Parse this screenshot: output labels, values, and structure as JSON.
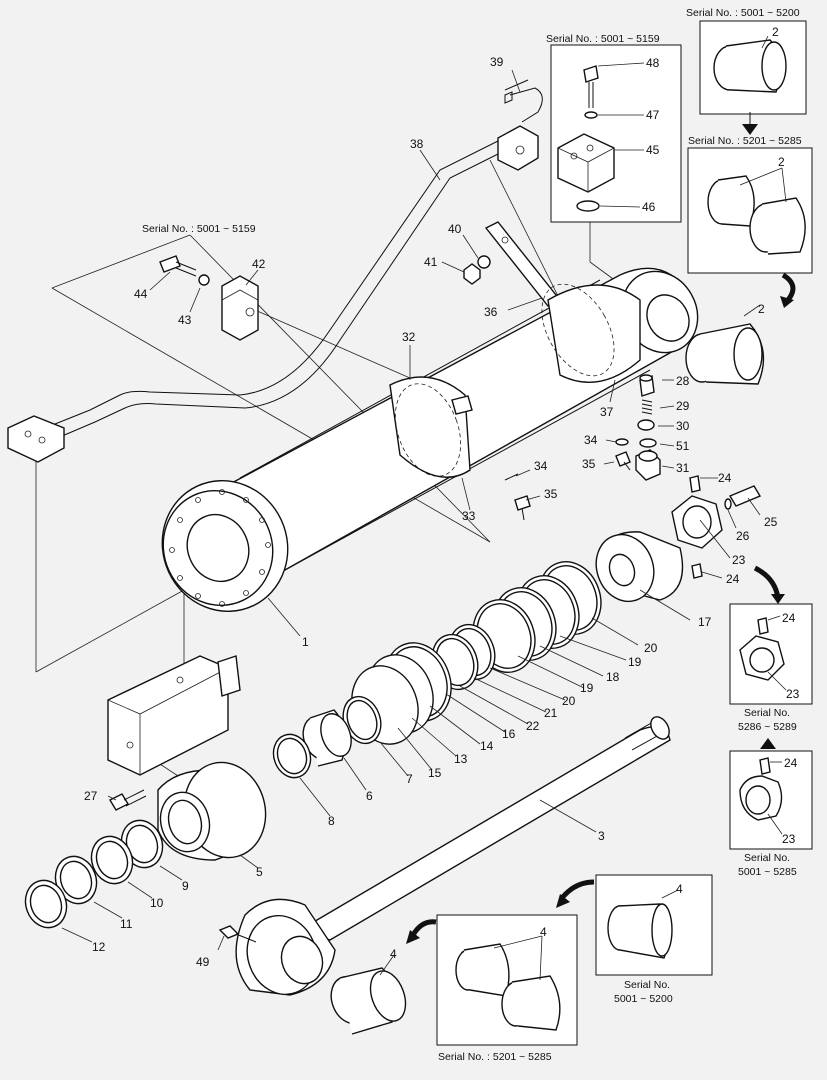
{
  "captions": {
    "sn_5001_5159_top": "Serial No. : 5001 ~ 5159",
    "sn_5001_5159_mid": "Serial No. : 5001 ~ 5159",
    "sn_5001_5200_top": "Serial No. : 5001 ~ 5200",
    "sn_5201_5285_top": "Serial No. : 5201 ~ 5285",
    "sn_5286_5289_a": "Serial No.",
    "sn_5286_5289_b": "5286 ~ 5289",
    "sn_5001_5285_a": "Serial No.",
    "sn_5001_5285_b": "5001 ~ 5285",
    "sn_5001_5200_bot_a": "Serial No.",
    "sn_5001_5200_bot_b": "5001 ~ 5200",
    "sn_5201_5285_bot": "Serial No. : 5201 ~ 5285"
  },
  "labels": {
    "p1": "1",
    "p2a": "2",
    "p2b": "2",
    "p2c": "2",
    "p3": "3",
    "p4a": "4",
    "p4b": "4",
    "p4c": "4",
    "p5": "5",
    "p6": "6",
    "p7": "7",
    "p8": "8",
    "p9": "9",
    "p10": "10",
    "p11": "11",
    "p12": "12",
    "p13": "13",
    "p14": "14",
    "p15": "15",
    "p16": "16",
    "p17": "17",
    "p18": "18",
    "p19a": "19",
    "p19b": "19",
    "p20a": "20",
    "p20b": "20",
    "p21": "21",
    "p22": "22",
    "p23a": "23",
    "p23b": "23",
    "p23c": "23",
    "p24a": "24",
    "p24b": "24",
    "p24c": "24",
    "p24d": "24",
    "p25": "25",
    "p26": "26",
    "p27": "27",
    "p28": "28",
    "p29": "29",
    "p30": "30",
    "p31": "31",
    "p32": "32",
    "p33": "33",
    "p34a": "34",
    "p34b": "34",
    "p35a": "35",
    "p35b": "35",
    "p36": "36",
    "p37": "37",
    "p38": "38",
    "p39": "39",
    "p40": "40",
    "p41": "41",
    "p42": "42",
    "p43": "43",
    "p44": "44",
    "p45": "45",
    "p46": "46",
    "p47": "47",
    "p48": "48",
    "p49": "49",
    "p51": "51"
  }
}
